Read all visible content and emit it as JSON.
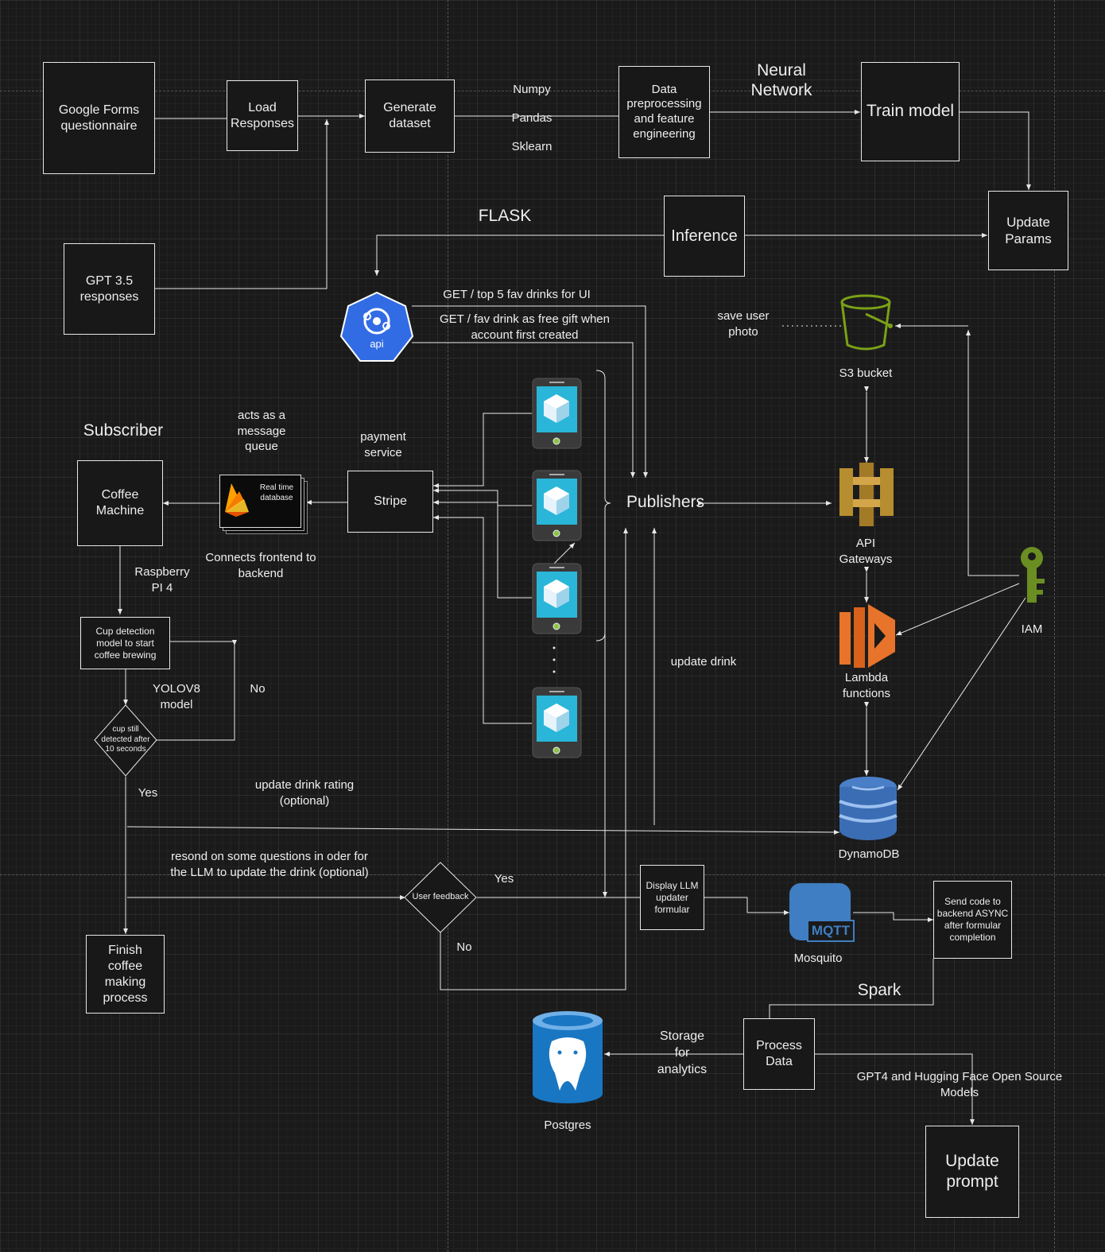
{
  "colors": {
    "background": "#1a1a1a",
    "stroke": "#e8e8e8",
    "api_blue": "#326ce5",
    "s3_green": "#7aa116",
    "aws_orange": "#e7742a",
    "gateway_gold": "#b68d2f",
    "iam_green": "#6b8e23",
    "dynamo_blue": "#4a7fc8",
    "postgres_blue": "#1976c2",
    "mqtt_blue": "#3f7ec2"
  },
  "nodes": {
    "google_forms": "Google Forms\nquestionnaire",
    "load_responses": "Load\nResponses",
    "generate_dataset": "Generate\ndataset",
    "data_preprocessing": "Data\npreprocessing\nand feature\nengineering",
    "train_model": "Train model",
    "update_params": "Update\nParams",
    "gpt35": "GPT 3.5\nresponses",
    "inference": "Inference",
    "stripe": "Stripe",
    "coffee_machine": "Coffee\nMachine",
    "cup_detection": "Cup detection\nmodel to start\ncoffee brewing",
    "cup_still": "cup still\ndetected after\n10 seconds",
    "finish": "Finish\ncoffee\nmaking\nprocess",
    "user_feedback": "User feedback",
    "display_llm": "Display LLM\nupdater\nformular",
    "send_code": "Send code to\nbackend ASYNC\nafter formular\ncompletion",
    "process_data": "Process\nData",
    "update_prompt": "Update\nprompt",
    "firebase": "Real time\ndatabase"
  },
  "labels": {
    "numpy": "Numpy",
    "pandas": "Pandas",
    "sklearn": "Sklearn",
    "neural_network": "Neural\nNetwork",
    "flask": "FLASK",
    "api_text": "api",
    "get_top5": "GET / top 5 fav drinks for UI",
    "get_fav": "GET / fav drink as free gift when\naccount first created",
    "save_photo": "save user\nphoto",
    "s3": "S3 bucket",
    "subscriber": "Subscriber",
    "message_queue": "acts as a\nmessage\nqueue",
    "payment_service": "payment\nservice",
    "publishers": "Publishers",
    "api_gateways": "API\nGateways",
    "connects": "Connects frontend to\nbackend",
    "raspberry": "Raspberry\nPI 4",
    "iam": "IAM",
    "lambda": "Lambda\nfunctions",
    "yolo": "YOLOV8\nmodel",
    "no1": "No",
    "update_drink": "update drink",
    "yes1": "Yes",
    "update_rating": "update drink rating\n(optional)",
    "dynamodb": "DynamoDB",
    "resond": "resond on some questions in oder for\nthe LLM to update the drink (optional)",
    "yes2": "Yes",
    "no2": "No",
    "mosquito": "Mosquito",
    "mqtt": "MQTT",
    "spark": "Spark",
    "storage": "Storage\nfor\nanalytics",
    "gpt4": "GPT4 and Hugging Face Open Source\nModels",
    "postgres": "Postgres"
  }
}
